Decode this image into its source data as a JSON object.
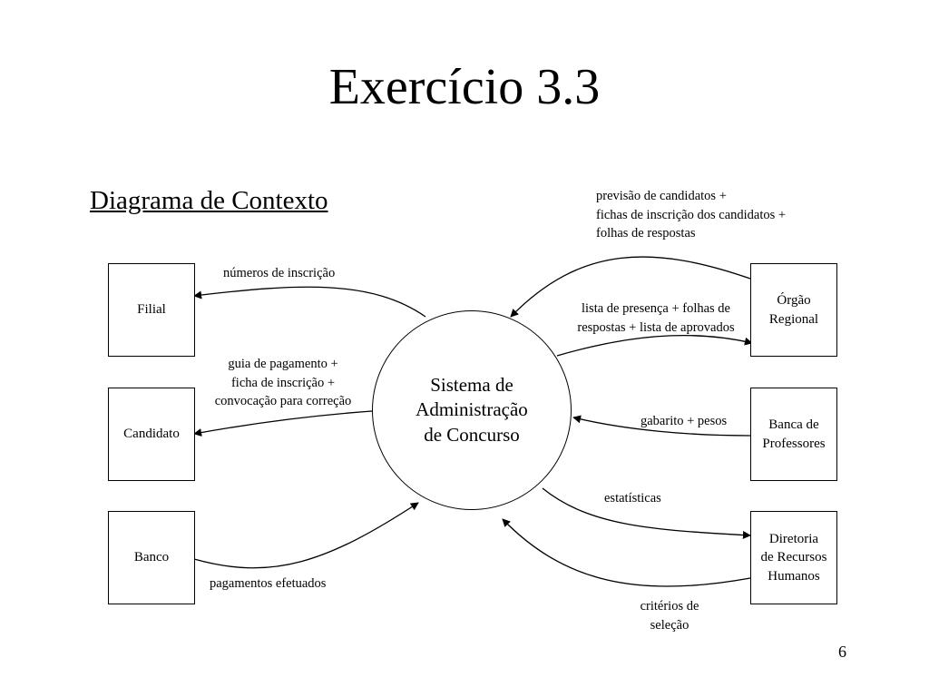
{
  "slide": {
    "title": "Exercício 3.3",
    "subtitle": "Diagrama de Contexto",
    "page_number": "6"
  },
  "diagram": {
    "process": "Sistema de\nAdministração\nde Concurso",
    "entities": {
      "filial": "Filial",
      "candidato": "Candidato",
      "banco": "Banco",
      "orgao_regional": "Órgão\nRegional",
      "banca_professores": "Banca de\nProfessores",
      "diretoria_rh": "Diretoria\nde Recursos\nHumanos"
    },
    "flows": {
      "numeros_inscricao": "números de inscrição",
      "guia_pagamento": "guia de pagamento +\nficha de inscrição +\nconvocação para correção",
      "pagamentos_efetuados": "pagamentos efetuados",
      "previsao_candidatos": "previsão de candidatos +\nfichas de inscrição dos candidatos +\nfolhas de respostas",
      "lista_presenca": "lista de presença + folhas de\nrespostas + lista de aprovados",
      "gabarito_pesos": "gabarito + pesos",
      "estatisticas": "estatísticas",
      "criterios_selecao": "critérios de\nseleção"
    }
  }
}
